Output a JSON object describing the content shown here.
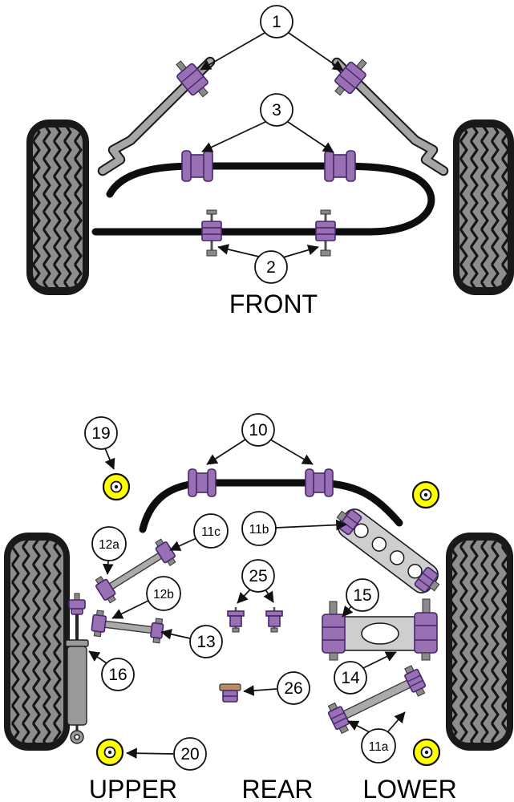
{
  "front": {
    "label": "FRONT",
    "c1": "1",
    "c2": "2",
    "c3": "3"
  },
  "rear": {
    "upper_label": "UPPER",
    "rear_label": "REAR",
    "lower_label": "LOWER",
    "c10": "10",
    "c11a": "11a",
    "c11b": "11b",
    "c11c": "11c",
    "c12a": "12a",
    "c12b": "12b",
    "c13": "13",
    "c14": "14",
    "c15": "15",
    "c16": "16",
    "c19": "19",
    "c20": "20",
    "c25": "25",
    "c26": "26"
  },
  "colors": {
    "bushing_purple": "#9a70b5",
    "bushing_outline": "#46266b",
    "insert_yellow": "#ffff00",
    "metal_gray": "#8f8f8f",
    "plate_gray": "#cecece",
    "tire_black": "#191919",
    "tread_gray": "#8d8d8d"
  }
}
